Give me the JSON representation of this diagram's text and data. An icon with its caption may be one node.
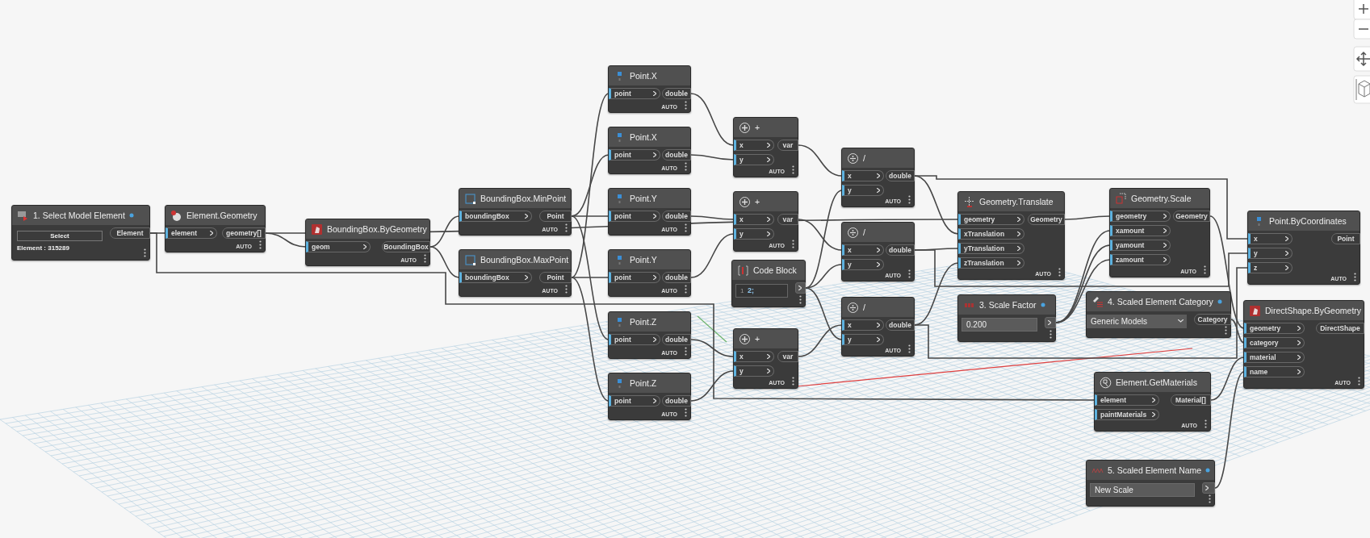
{
  "diagram": {
    "nodes": [
      {
        "text": [
          "1. Select Model Element",
          "Select",
          "Element : 315289"
        ]
      },
      {
        "text": [
          "Element"
        ],
        "in": 0
      },
      {
        "text": [
          "Element.Geometry",
          "AUTO"
        ]
      },
      {
        "text": [
          "element"
        ],
        "in": 2
      },
      {
        "text": [
          "geometry[]"
        ],
        "in": 2
      },
      {
        "text": [
          "BoundingBox.ByGeometry",
          "AUTO"
        ]
      },
      {
        "text": [
          "geom"
        ],
        "in": 5
      },
      {
        "text": [
          "BoundingBox"
        ],
        "in": 5
      },
      {
        "text": [
          "BoundingBox.MinPoint",
          "AUTO"
        ]
      },
      {
        "text": [
          "boundingBox"
        ],
        "in": 8
      },
      {
        "text": [
          "Point"
        ],
        "in": 8
      },
      {
        "text": [
          "BoundingBox.MaxPoint",
          "AUTO"
        ]
      },
      {
        "text": [
          "boundingBox"
        ],
        "in": 11
      },
      {
        "text": [
          "Point"
        ],
        "in": 11
      },
      {
        "text": [
          "Point.X",
          "AUTO"
        ]
      },
      {
        "text": [
          "point"
        ],
        "in": 14
      },
      {
        "text": [
          "double"
        ],
        "in": 14
      },
      {
        "text": [
          "Point.X",
          "AUTO"
        ]
      },
      {
        "text": [
          "point"
        ],
        "in": 17
      },
      {
        "text": [
          "double"
        ],
        "in": 17
      },
      {
        "text": [
          "Point.Y",
          "AUTO"
        ]
      },
      {
        "text": [
          "point"
        ],
        "in": 20
      },
      {
        "text": [
          "double"
        ],
        "in": 20
      },
      {
        "text": [
          "Point.Y",
          "AUTO"
        ]
      },
      {
        "text": [
          "point"
        ],
        "in": 23
      },
      {
        "text": [
          "double"
        ],
        "in": 23
      },
      {
        "text": [
          "Point.Z",
          "AUTO"
        ]
      },
      {
        "text": [
          "point"
        ],
        "in": 26
      },
      {
        "text": [
          "double"
        ],
        "in": 26
      },
      {
        "text": [
          "Point.Z",
          "AUTO"
        ]
      },
      {
        "text": [
          "point"
        ],
        "in": 29
      },
      {
        "text": [
          "double"
        ],
        "in": 29
      },
      {
        "text": [
          "+",
          "AUTO"
        ]
      },
      {
        "text": [
          "x"
        ],
        "in": 32
      },
      {
        "text": [
          "y"
        ],
        "in": 32
      },
      {
        "text": [
          "var"
        ],
        "in": 32
      },
      {
        "text": [
          "+",
          "AUTO"
        ]
      },
      {
        "text": [
          "x"
        ],
        "in": 36
      },
      {
        "text": [
          "y"
        ],
        "in": 36
      },
      {
        "text": [
          "var"
        ],
        "in": 36
      },
      {
        "text": [
          "Code Block",
          "1",
          "2;"
        ]
      },
      {
        "text": [],
        "shape": "box",
        "in": 40
      },
      {
        "text": [
          "+",
          "AUTO"
        ]
      },
      {
        "text": [
          "x"
        ],
        "in": 42
      },
      {
        "text": [
          "y"
        ],
        "in": 42
      },
      {
        "text": [
          "var"
        ],
        "in": 42
      },
      {
        "text": [
          "/",
          "AUTO"
        ]
      },
      {
        "text": [
          "x"
        ],
        "in": 46
      },
      {
        "text": [
          "y"
        ],
        "in": 46
      },
      {
        "text": [
          "double"
        ],
        "in": 46
      },
      {
        "text": [
          "/",
          "AUTO"
        ]
      },
      {
        "text": [
          "x"
        ],
        "in": 50
      },
      {
        "text": [
          "y"
        ],
        "in": 50
      },
      {
        "text": [
          "double"
        ],
        "in": 50
      },
      {
        "text": [
          "Geometry.Translate",
          "AUTO"
        ]
      },
      {
        "text": [
          "geometry"
        ],
        "in": 54
      },
      {
        "text": [
          "xTranslation"
        ],
        "in": 54
      },
      {
        "text": [
          "yTranslation"
        ],
        "in": 54
      },
      {
        "text": [
          "zTranslation"
        ],
        "in": 54
      },
      {
        "text": [
          "Geometry"
        ],
        "in": 54
      },
      {
        "text": [
          "/",
          "AUTO"
        ]
      },
      {
        "text": [
          "x"
        ],
        "in": 60
      },
      {
        "text": [
          "y"
        ],
        "in": 60
      },
      {
        "text": [
          "double"
        ],
        "in": 60
      },
      {
        "text": [
          "3. Scale Factor",
          "0.200"
        ]
      },
      {
        "text": [],
        "shape": "box",
        "in": 64
      },
      {
        "text": [
          "Geometry.Scale",
          "AUTO"
        ]
      },
      {
        "text": [
          "geometry"
        ],
        "in": 66
      },
      {
        "text": [
          "xamount"
        ],
        "in": 66
      },
      {
        "text": [
          "yamount"
        ],
        "in": 66
      },
      {
        "text": [
          "zamount"
        ],
        "in": 66
      },
      {
        "text": [
          "Geometry"
        ],
        "in": 66
      },
      {
        "text": [
          "Point.ByCoordinates",
          "AUTO"
        ]
      },
      {
        "text": [
          "x"
        ],
        "in": 72
      },
      {
        "text": [
          "y"
        ],
        "in": 72
      },
      {
        "text": [
          "z"
        ],
        "in": 72
      },
      {
        "text": [
          "Point"
        ],
        "in": 72
      },
      {
        "text": [
          "4. Scaled Element Category",
          "Generic Models"
        ]
      },
      {
        "text": [
          "Category"
        ],
        "in": 77
      },
      {
        "text": [
          "DirectShape.ByGeometry",
          "AUTO"
        ]
      },
      {
        "text": [
          "geometry"
        ],
        "in": 79
      },
      {
        "text": [
          "category"
        ],
        "in": 79
      },
      {
        "text": [
          "material"
        ],
        "in": 79
      },
      {
        "text": [
          "name"
        ],
        "in": 79
      },
      {
        "text": [
          "DirectShape"
        ],
        "in": 79
      },
      {
        "text": [
          "Element.GetMaterials",
          "AUTO"
        ]
      },
      {
        "text": [
          "element"
        ],
        "in": 85
      },
      {
        "text": [
          "paintMaterials"
        ],
        "in": 85
      },
      {
        "text": [
          "Material[]"
        ],
        "in": 85
      },
      {
        "text": [
          "5. Scaled Element Name",
          "New Scale"
        ]
      },
      {
        "text": [],
        "shape": "box",
        "in": 89
      }
    ],
    "edges": [
      {
        "from": 1,
        "to": 3,
        "arrow": "none"
      },
      {
        "from": 4,
        "to": 6,
        "arrow": "none"
      },
      {
        "from": 4,
        "to": 55,
        "arrow": "none"
      },
      {
        "from": 1,
        "to": 86,
        "arrow": "none"
      },
      {
        "from": 7,
        "to": 9,
        "arrow": "none"
      },
      {
        "from": 7,
        "to": 12,
        "arrow": "none"
      },
      {
        "from": 10,
        "to": 18,
        "arrow": "none"
      },
      {
        "from": 10,
        "to": 21,
        "arrow": "none"
      },
      {
        "from": 10,
        "to": 27,
        "arrow": "none"
      },
      {
        "from": 13,
        "to": 15,
        "arrow": "none"
      },
      {
        "from": 13,
        "to": 24,
        "arrow": "none"
      },
      {
        "from": 13,
        "to": 30,
        "arrow": "none"
      },
      {
        "from": 16,
        "to": 33,
        "arrow": "none"
      },
      {
        "from": 19,
        "to": 34,
        "arrow": "none"
      },
      {
        "from": 22,
        "to": 37,
        "arrow": "none"
      },
      {
        "from": 25,
        "to": 38,
        "arrow": "none"
      },
      {
        "from": 28,
        "to": 43,
        "arrow": "none"
      },
      {
        "from": 31,
        "to": 44,
        "arrow": "none"
      },
      {
        "from": 35,
        "to": 47,
        "arrow": "none"
      },
      {
        "from": 39,
        "to": 51,
        "arrow": "none"
      },
      {
        "from": 45,
        "to": 61,
        "arrow": "none"
      },
      {
        "from": 41,
        "to": 48,
        "arrow": "none"
      },
      {
        "from": 41,
        "to": 52,
        "arrow": "none"
      },
      {
        "from": 41,
        "to": 62,
        "arrow": "none"
      },
      {
        "from": 49,
        "to": 56,
        "arrow": "none"
      },
      {
        "from": 49,
        "to": 73,
        "arrow": "none"
      },
      {
        "from": 53,
        "to": 57,
        "arrow": "none"
      },
      {
        "from": 53,
        "to": 74,
        "arrow": "none"
      },
      {
        "from": 63,
        "to": 58,
        "arrow": "none"
      },
      {
        "from": 63,
        "to": 75,
        "arrow": "none"
      },
      {
        "from": 59,
        "to": 67,
        "arrow": "none"
      },
      {
        "from": 65,
        "to": 68,
        "arrow": "none"
      },
      {
        "from": 65,
        "to": 69,
        "arrow": "none"
      },
      {
        "from": 65,
        "to": 70,
        "arrow": "none"
      },
      {
        "from": 71,
        "to": 80,
        "arrow": "none"
      },
      {
        "from": 78,
        "to": 81,
        "arrow": "none"
      },
      {
        "from": 88,
        "to": 82,
        "arrow": "none"
      },
      {
        "from": 90,
        "to": 83,
        "arrow": "none"
      }
    ]
  }
}
